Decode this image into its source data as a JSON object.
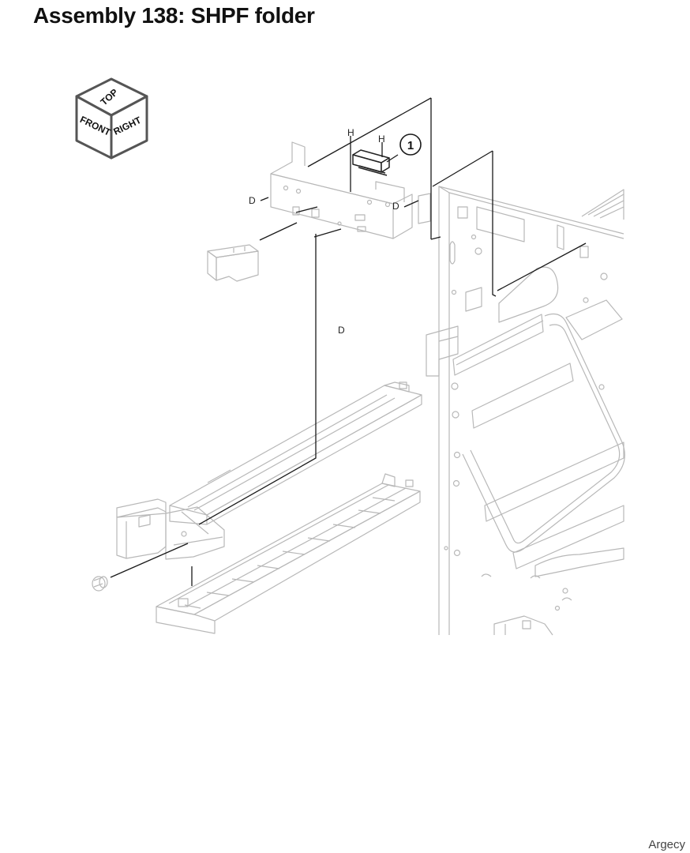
{
  "page": {
    "title": "Assembly 138: SHPF folder",
    "watermark": "Argecy"
  },
  "orientation_cube": {
    "top": "TOP",
    "front": "FRONT",
    "right": "RIGHT"
  },
  "callouts": [
    {
      "number": "1"
    }
  ],
  "letter_labels": {
    "D": "D",
    "H": "H"
  },
  "colors": {
    "part_line": "#b8b8b8",
    "leader_line": "#1a1a1a",
    "cube_edge": "#555555"
  }
}
